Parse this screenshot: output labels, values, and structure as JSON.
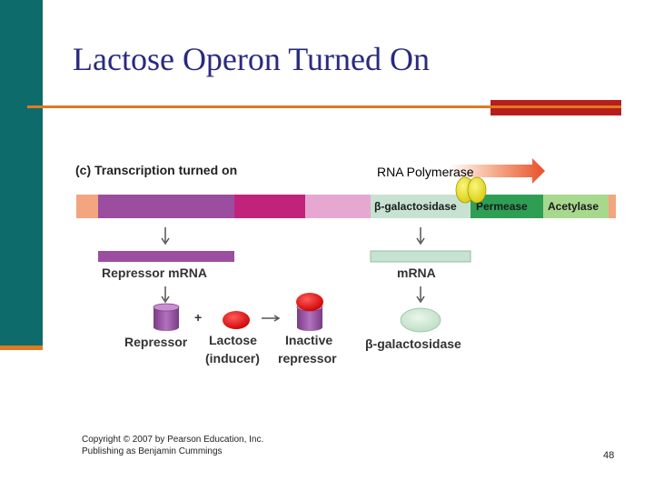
{
  "slide": {
    "title": "Lactose Operon Turned On",
    "page_number": "48",
    "copyright_line1": "Copyright © 2007 by Pearson Education, Inc.",
    "copyright_line2": "Publishing as Benjamin Cummings"
  },
  "diagram": {
    "panel_title": "(c) Transcription turned on",
    "rna_polymerase": "RNA Polymerase",
    "genes": {
      "beta_galactosidase": "β-galactosidase",
      "permease": "Permease",
      "acetylase": "Acetylase"
    },
    "repressor_mrna": "Repressor mRNA",
    "mrna": "mRNA",
    "repressor": "Repressor",
    "plus": "+",
    "lactose": "Lactose",
    "inducer": "(inducer)",
    "inactive": "Inactive",
    "inactive_repressor": "repressor",
    "product": "β-galactosidase"
  },
  "colors": {
    "sidebar": "#0e6b6b",
    "accent_orange": "#e07a20",
    "accent_red": "#b81c1c",
    "title": "#2a2a80",
    "repressor_gene": "#9b4ea0",
    "promoter_magenta": "#c2237a",
    "operator_pink": "#e6a8d0",
    "beta_gal_gene": "#c8e2d2",
    "permease_gene": "#2f9e55",
    "acetylase_gene": "#a8d88e",
    "rna_polymerase": "#e8e020",
    "lactose": "#e01010",
    "beta_gal_protein": "#cde8d0"
  }
}
